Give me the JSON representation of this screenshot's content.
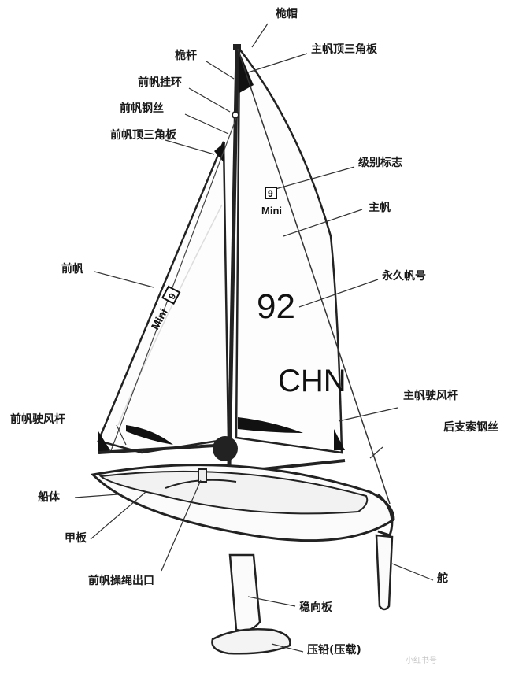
{
  "sail_marks": {
    "main_number": "92",
    "main_country": "CHN",
    "main_class_mark": "Mini",
    "main_class_emblem": "9",
    "jib_class_mark": "Mini",
    "jib_class_emblem": "9"
  },
  "labels": {
    "mast_cap": "桅帽",
    "mast": "桅杆",
    "main_head_board": "主帆顶三角板",
    "jib_hook": "前帆挂环",
    "jib_wire": "前帆钢丝",
    "jib_head_board": "前帆顶三角板",
    "class_insignia": "级别标志",
    "mainsail": "主帆",
    "jib": "前帆",
    "sail_number": "永久帆号",
    "main_boom": "主帆驶风杆",
    "backstay": "后支索钢丝",
    "jib_boom": "前帆驶风杆",
    "hull": "船体",
    "deck": "甲板",
    "jib_sheet_exit": "前帆操绳出口",
    "rudder": "舵",
    "keel_fin": "稳向板",
    "ballast": "压铅(压载)"
  },
  "watermark": "小红书号"
}
